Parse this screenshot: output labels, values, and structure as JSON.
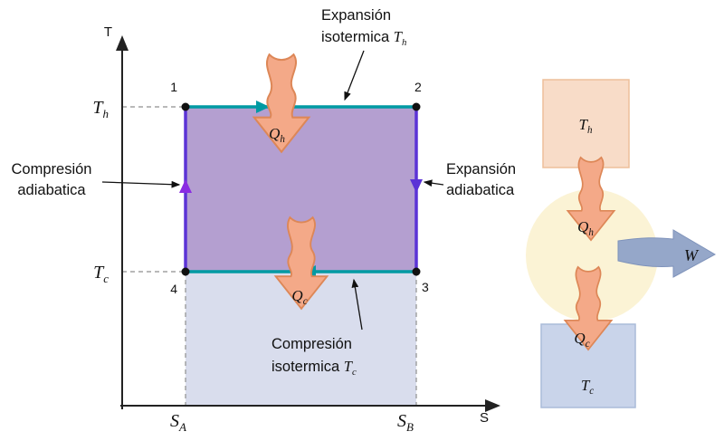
{
  "figure": {
    "description": "Carnot cycle temperature-entropy diagram with heat engine schematic"
  },
  "colors": {
    "cycle_fill": "#b49fd0",
    "lower_region_fill": "#d9dded",
    "isotherm_line": "#009aa3",
    "adiabat_line": "#5b33d6",
    "heat_arrow_fill": "#f4a988",
    "heat_arrow_stroke": "#dd8757",
    "work_arrow_fill": "#95a7c9",
    "hot_box_fill": "#f8dcc8",
    "hot_box_border": "#eebf9a",
    "cold_box_fill": "#c9d4ea",
    "cold_box_border": "#aabbd9",
    "engine_circle_fill": "#fbf3d5"
  },
  "ts": {
    "axis_y": "T",
    "axis_x": "S",
    "tick_th": {
      "m": "T",
      "s": "h"
    },
    "tick_tc": {
      "m": "T",
      "s": "c"
    },
    "tick_sa": {
      "m": "S",
      "s": "A"
    },
    "tick_sb": {
      "m": "S",
      "s": "B"
    },
    "corner_1": "1",
    "corner_2": "2",
    "corner_3": "3",
    "corner_4": "4",
    "qh": {
      "m": "Q",
      "s": "h"
    },
    "qc": {
      "m": "Q",
      "s": "c"
    },
    "ann_top_1": "Expansión",
    "ann_top_2": "isotermica ",
    "ann_top_var": {
      "m": "T",
      "s": "h"
    },
    "ann_left_1": "Compresión",
    "ann_left_2": "adiabatica",
    "ann_right_1": "Expansión",
    "ann_right_2": "adiabatica",
    "ann_bottom_1": "Compresión",
    "ann_bottom_2": "isotermica ",
    "ann_bottom_var": {
      "m": "T",
      "s": "c"
    }
  },
  "engine": {
    "hot": {
      "m": "T",
      "s": "h"
    },
    "cold": {
      "m": "T",
      "s": "c"
    },
    "qh": {
      "m": "Q",
      "s": "h"
    },
    "qc": {
      "m": "Q",
      "s": "c"
    },
    "work": "W"
  }
}
